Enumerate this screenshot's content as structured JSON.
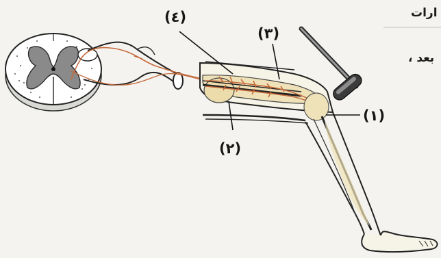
{
  "labels": {
    "l1": "(١)",
    "l2": "(٢)",
    "l3": "(٣)",
    "l4": "(٤)"
  },
  "page_edge_text": {
    "line1": "ارات",
    "line2": "، بعد"
  },
  "icons": {
    "hammer": "reflex-hammer-icon"
  },
  "colors": {
    "background": "#f4f3ef",
    "grey_matter": "#8a8a8a",
    "nerve": "#c56a3a",
    "muscle_fill": "#efe2b8",
    "outline": "#222222"
  }
}
